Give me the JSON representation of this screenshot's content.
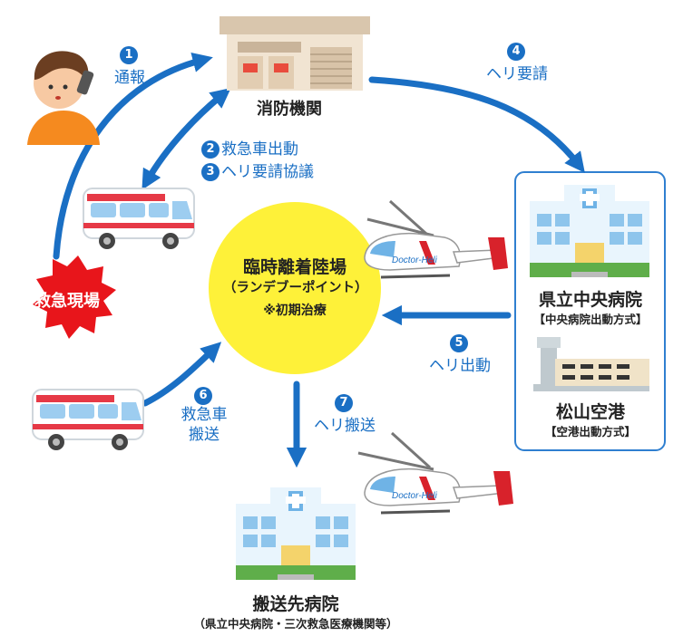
{
  "nodes": {
    "fire_dept": {
      "label": "消防機関"
    },
    "scene": {
      "label": "救急現場"
    },
    "landing": {
      "title": "臨時離着陸場",
      "subtitle": "（ランデブーポイント）",
      "note": "※初期治療"
    },
    "pref_hospital": {
      "label": "県立中央病院",
      "sublabel": "【中央病院出動方式】"
    },
    "airport": {
      "label": "松山空港",
      "sublabel": "【空港出動方式】"
    },
    "destination": {
      "label": "搬送先病院",
      "sublabel": "（県立中央病院・三次救急医療機関等）"
    }
  },
  "steps": [
    {
      "num": "1",
      "label": "通報"
    },
    {
      "num": "2",
      "label": "救急車出動"
    },
    {
      "num": "3",
      "label": "ヘリ要請協議"
    },
    {
      "num": "4",
      "label": "ヘリ要請"
    },
    {
      "num": "5",
      "label": "ヘリ出動"
    },
    {
      "num": "6",
      "label": "救急車\n搬送"
    },
    {
      "num": "7",
      "label": "ヘリ搬送"
    }
  ],
  "heli_text": "Doctor-Heli",
  "colors": {
    "arrow": "#1a6fc4",
    "landing_fill": "#fef139",
    "burst": "#e8151b",
    "panel_border": "#2f7fd0"
  }
}
